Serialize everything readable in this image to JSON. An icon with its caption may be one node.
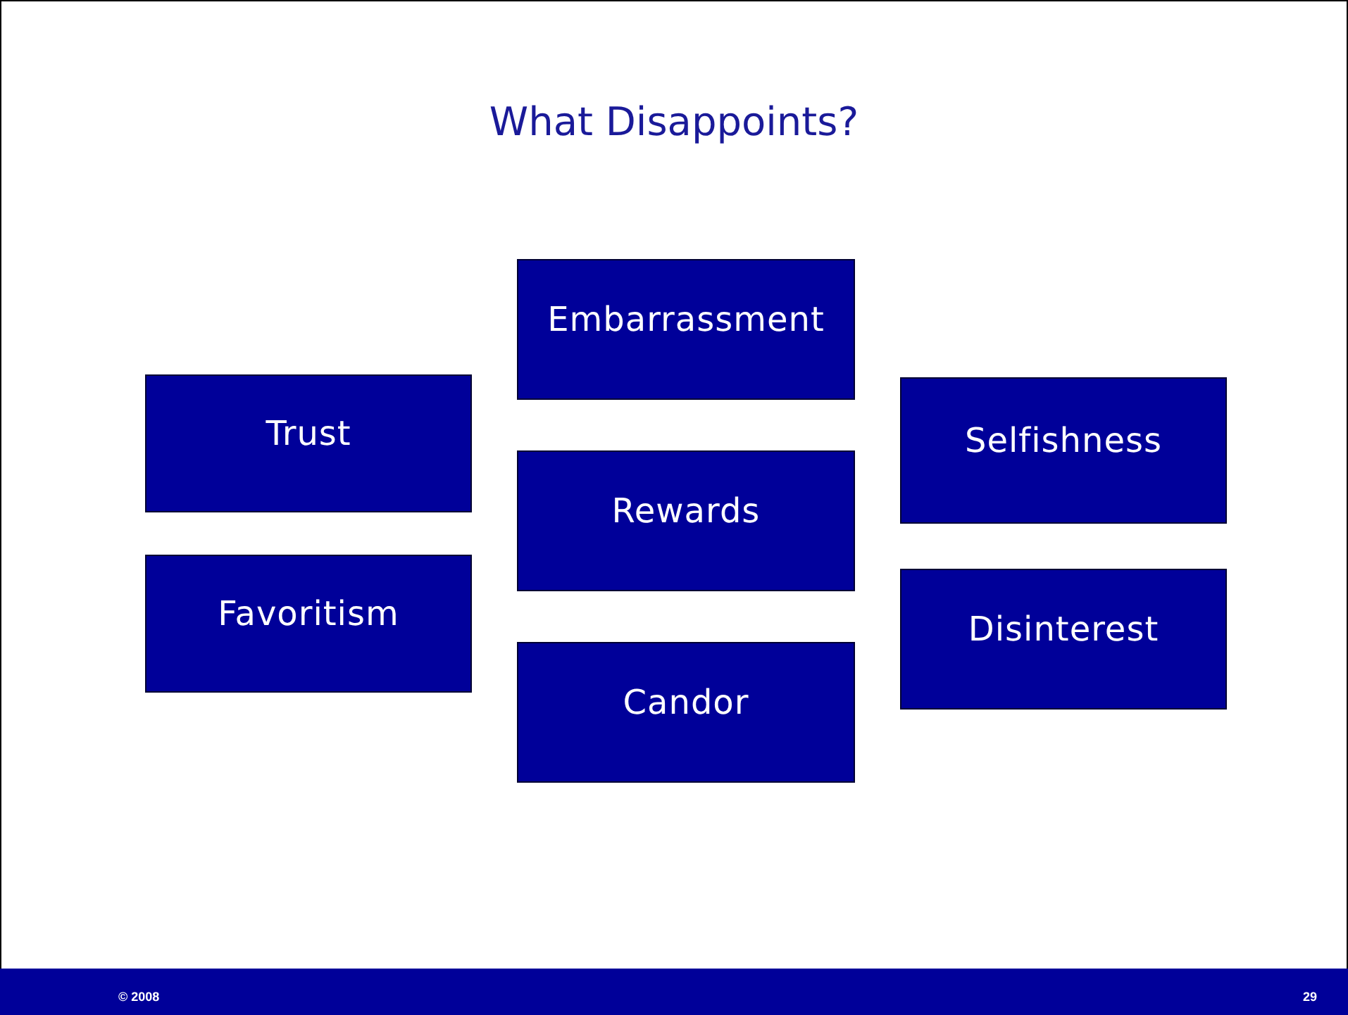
{
  "diagram": {
    "title": "What Disappoints?",
    "nodes": [
      {
        "text": [
          "Trust"
        ]
      },
      {
        "text": [
          "Favoritism"
        ]
      },
      {
        "text": [
          "Embarrassment"
        ]
      },
      {
        "text": [
          "Rewards"
        ]
      },
      {
        "text": [
          "Candor"
        ]
      },
      {
        "text": [
          "Selfishness"
        ]
      },
      {
        "text": [
          "Disinterest"
        ]
      }
    ],
    "labels": [
      "© 2008",
      "29"
    ]
  }
}
